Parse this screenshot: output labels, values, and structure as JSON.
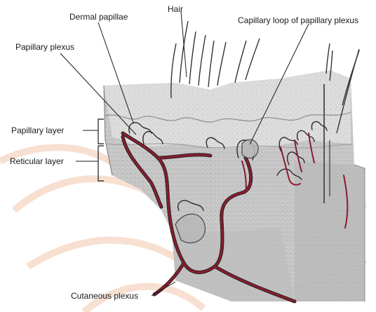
{
  "labels": {
    "hair": "Hair",
    "dermal_papillae": "Dermal papillae",
    "capillary_loop": "Capillary loop of papillary plexus",
    "papillary_plexus": "Papillary plexus",
    "papillary_layer": "Papillary layer",
    "reticular_layer": "Reticular layer",
    "cutaneous_plexus": "Cutaneous plexus"
  },
  "colors": {
    "vessel_fill": "#8a1c2e",
    "vessel_outline": "#222222",
    "tissue": "#c8c8c8",
    "tissue_dark": "#9e9e9e",
    "watermark": "#f2c7ad",
    "label_text": "#1a1a1a"
  }
}
